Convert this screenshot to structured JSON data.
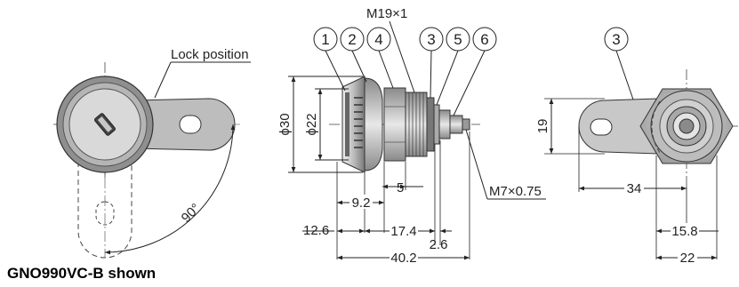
{
  "labels": {
    "lock_position": "Lock position",
    "angle": "90°",
    "thread_main": "M19×1",
    "thread_small": "M7×0.75",
    "caption": "GNO990VC-B shown"
  },
  "callouts": [
    "1",
    "2",
    "4",
    "3",
    "5",
    "6",
    "3"
  ],
  "dimensions": {
    "dia_outer": "ϕ30",
    "dia_inner": "ϕ22",
    "d_5": "5",
    "d_9_2": "9.2",
    "d_12_6": "12.6",
    "d_17_4": "17.4",
    "d_2_6": "2.6",
    "d_40_2": "40.2",
    "d_19": "19",
    "d_34": "34",
    "d_15_8": "15.8",
    "d_22": "22"
  },
  "colors": {
    "line": "#222222",
    "grey_dark": "#6e6e6e",
    "grey_mid": "#9a9a9a",
    "grey_light": "#c8c8c8",
    "grey_pale": "#dcdcdc"
  }
}
